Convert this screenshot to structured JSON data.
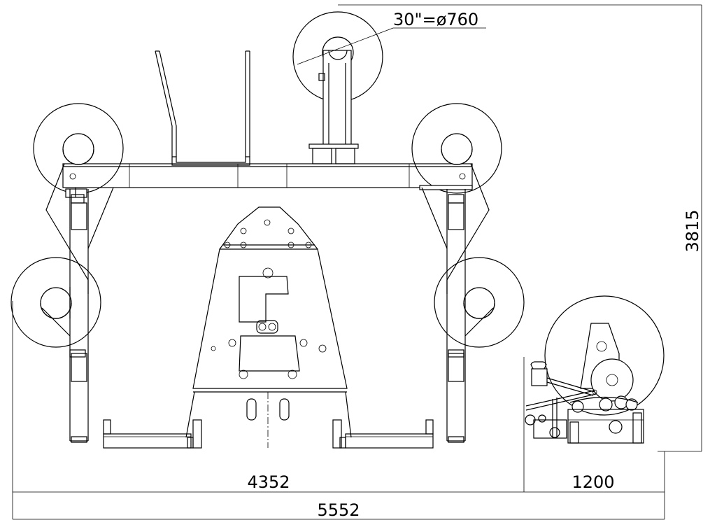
{
  "annotations": {
    "reel_diameter": "30\"=ø760"
  },
  "dimensions": {
    "height": "3815",
    "base_width": "4352",
    "side_width": "1200",
    "total_width": "5552"
  }
}
